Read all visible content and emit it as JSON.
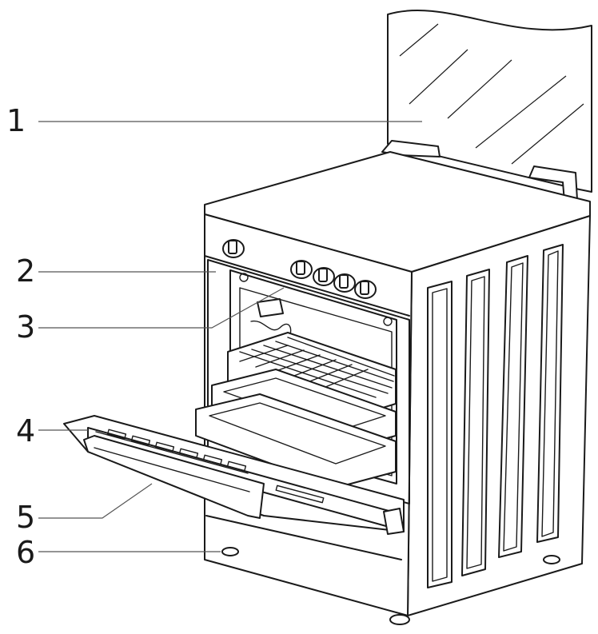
{
  "callouts": [
    {
      "label": "1",
      "part": "glass-lid"
    },
    {
      "label": "2",
      "part": "control-panel"
    },
    {
      "label": "3",
      "part": "oven-lamp"
    },
    {
      "label": "4",
      "part": "oven-door"
    },
    {
      "label": "5",
      "part": "door-handle"
    },
    {
      "label": "6",
      "part": "adjustable-feet"
    }
  ],
  "colors": {
    "line": "#1a1a1a",
    "leader": "#555555",
    "background": "#ffffff"
  }
}
